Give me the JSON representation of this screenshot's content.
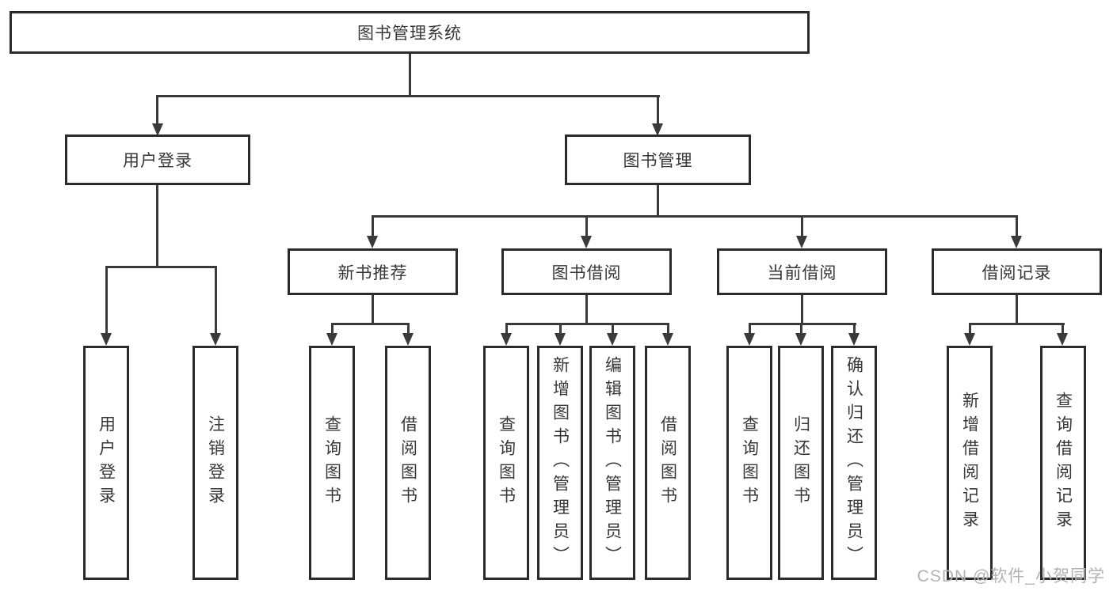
{
  "diagram_type": "tree",
  "tree": {
    "label": "图书管理系统",
    "children": [
      {
        "label": "用户登录",
        "children": [
          {
            "label": "用户登录"
          },
          {
            "label": "注销登录"
          }
        ]
      },
      {
        "label": "图书管理",
        "children": [
          {
            "label": "新书推荐",
            "children": [
              {
                "label": "查询图书"
              },
              {
                "label": "借阅图书"
              }
            ]
          },
          {
            "label": "图书借阅",
            "children": [
              {
                "label": "查询图书"
              },
              {
                "label": "新增图书（管理员）"
              },
              {
                "label": "编辑图书（管理员）"
              },
              {
                "label": "借阅图书"
              }
            ]
          },
          {
            "label": "当前借阅",
            "children": [
              {
                "label": "查询图书"
              },
              {
                "label": "归还图书"
              },
              {
                "label": "确认归还（管理员）"
              }
            ]
          },
          {
            "label": "借阅记录",
            "children": [
              {
                "label": "新增借阅记录"
              },
              {
                "label": "查询借阅记录"
              }
            ]
          }
        ]
      }
    ]
  },
  "watermark": {
    "text": "CSDN @软件_小贺同学",
    "color": "#b3b3b3"
  },
  "colors": {
    "background": "#ffffff",
    "box_fill": "#ffffff",
    "box_border": "#2b2b2b",
    "connector": "#3a3a3a",
    "text": "#373737",
    "watermark": "#b3b3b3"
  }
}
